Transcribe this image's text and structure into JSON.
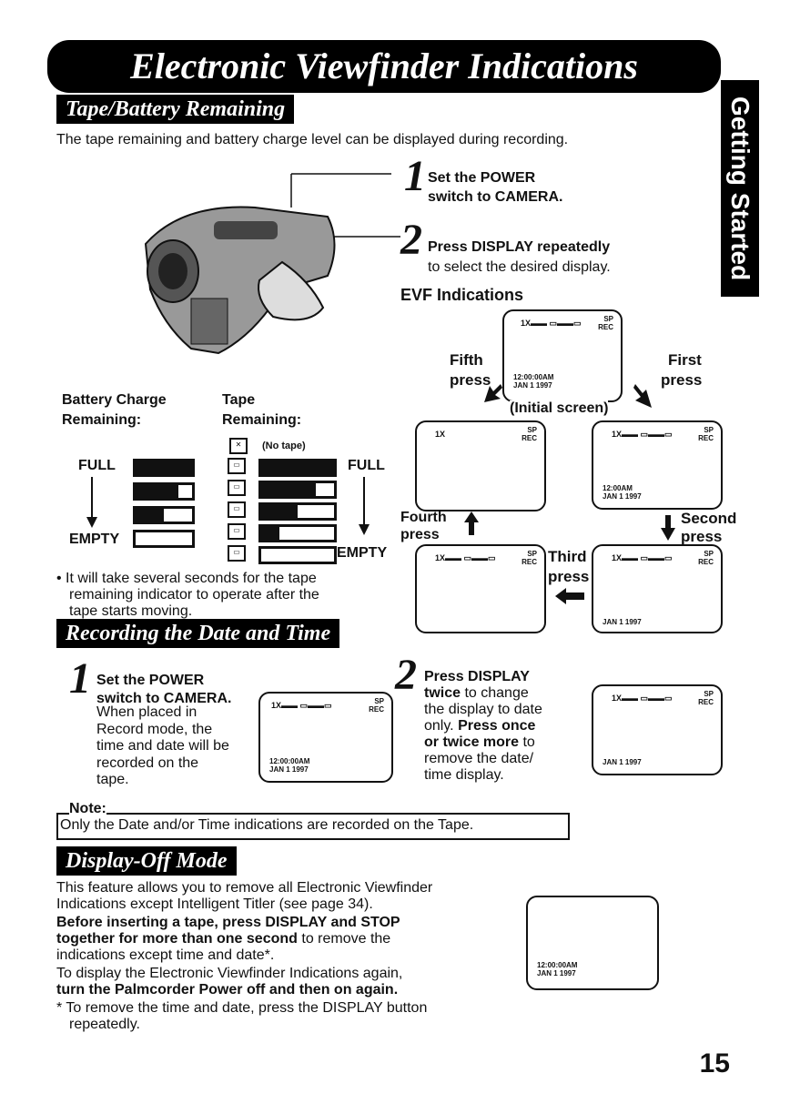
{
  "page": {
    "title": "Electronic Viewfinder Indications",
    "side_tab": "Getting Started",
    "page_number": "15"
  },
  "tape_battery": {
    "heading": "Tape/Battery Remaining",
    "intro": "The tape remaining and battery charge level can be displayed during recording.",
    "step1_num": "1",
    "step1_line1": "Set the POWER",
    "step1_line2": "switch to CAMERA.",
    "step2_num": "2",
    "step2_bold": "Press DISPLAY repeatedly",
    "step2_text": "to select the desired display.",
    "evf_heading": "EVF Indications",
    "battery_label_1": "Battery Charge",
    "battery_label_2": "Remaining:",
    "tape_label_1": "Tape",
    "tape_label_2": "Remaining:",
    "no_tape": "(No tape)",
    "full_left": "FULL",
    "full_right": "FULL",
    "empty_left": "EMPTY",
    "empty_right": "EMPTY",
    "battery_levels": [
      1.0,
      0.75,
      0.5,
      0.0
    ],
    "tape_levels": [
      1.0,
      0.75,
      0.5,
      0.25,
      0.0
    ],
    "bullet_1": "• It will take several seconds for the tape",
    "bullet_2": "remaining indicator to operate after the",
    "bullet_3": "tape starts moving.",
    "labels": {
      "fifth": "Fifth",
      "fifth_press": "press",
      "first": "First",
      "first_press": "press",
      "initial": "(Initial screen)",
      "fourth": "Fourth",
      "fourth_press": "press",
      "second": "Second",
      "second_press": "press",
      "third": "Third",
      "third_press": "press"
    }
  },
  "screen_text": {
    "zoom_bat_tape": "1X▬▬ ▭▬▬▭",
    "zoom_only": "1X",
    "sp": "SP",
    "rec": "REC",
    "time": "12:00:00AM",
    "time_short": "12:00AM",
    "date": "JAN  1 1997"
  },
  "date_time": {
    "heading": "Recording the Date and Time",
    "step1_num": "1",
    "step1_bold_1": "Set the POWER",
    "step1_bold_2": "switch to CAMERA.",
    "step1_lines": [
      "When placed in",
      "Record mode, the",
      "time and date will be",
      "recorded on the",
      "tape."
    ],
    "step2_num": "2",
    "step2_bold": "Press DISPLAY",
    "step2_line1_b": "twice",
    "step2_line1": " to change",
    "step2_line2": "the display to date",
    "step2_line3": "only. ",
    "step2_line3_b": "Press once",
    "step2_line4_b": "or twice more",
    "step2_line4": " to",
    "step2_line5": "remove the date/",
    "step2_line6": "time display."
  },
  "note": {
    "label": "Note:",
    "text": "Only the Date and/or Time indications are recorded on the Tape."
  },
  "display_off": {
    "heading": "Display-Off Mode",
    "p1_line1": "This feature allows you to remove all Electronic Viewfinder",
    "p1_line2": "Indications except Intelligent Titler (see page 34).",
    "p2_line1_b": "Before inserting a tape, press DISPLAY and STOP",
    "p2_line2_b": "together for more than one second",
    "p2_line2": " to remove the",
    "p2_line3": "indications except time and date*.",
    "p3_line1": "To display the Electronic Viewfinder Indications again,",
    "p3_line2_b": "turn the Palmcorder Power off and then on again.",
    "p4_line1": "* To remove the time and date, press the DISPLAY button",
    "p4_line2": "repeatedly."
  }
}
